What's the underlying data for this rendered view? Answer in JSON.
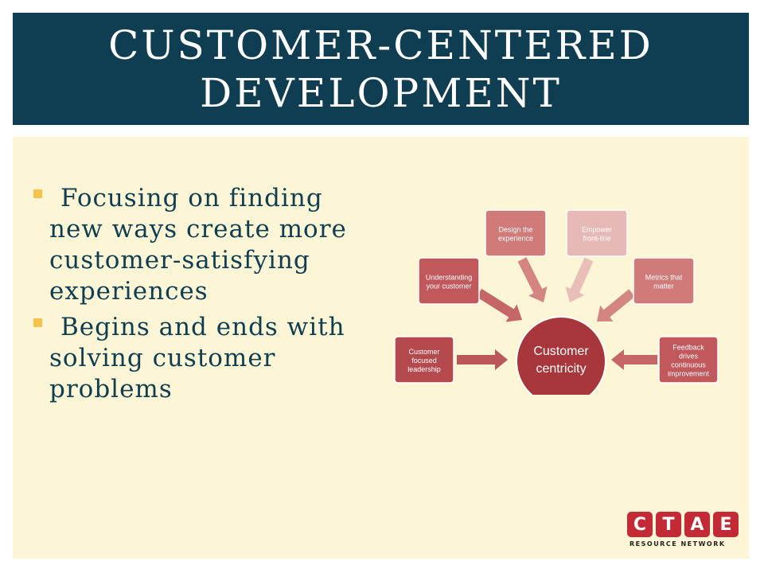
{
  "slide": {
    "title": "CUSTOMER-CENTERED\nDEVELOPMENT",
    "bullets": [
      "Focusing on finding new ways create more customer-satisfying experiences",
      "Begins and ends with solving customer problems"
    ]
  },
  "diagram": {
    "center": [
      "Customer",
      "centricity"
    ],
    "nodes": [
      {
        "lines": [
          "Customer",
          "focused",
          "leadership"
        ],
        "fill": "#b44a4e"
      },
      {
        "lines": [
          "Understanding",
          "your customer"
        ],
        "fill": "#c1585c"
      },
      {
        "lines": [
          "Design the",
          "experience"
        ],
        "fill": "#d07a7a"
      },
      {
        "lines": [
          "Empower",
          "front-line"
        ],
        "fill": "#e7b9b6"
      },
      {
        "lines": [
          "Metrics that",
          "matter"
        ],
        "fill": "#d07a7a"
      },
      {
        "lines": [
          "Feedback",
          "drives",
          "continuous",
          "improvement"
        ],
        "fill": "#c1585c"
      }
    ],
    "center_fill": "#a8373b",
    "arrow_fills": [
      "#b44a4e",
      "#c1585c",
      "#d07a7a",
      "#e7b9b6",
      "#d07a7a",
      "#c1585c"
    ]
  },
  "logo": {
    "letters": [
      "C",
      "T",
      "A",
      "E"
    ],
    "subtitle": "RESOURCE NETWORK",
    "color": "#c42a36"
  },
  "colors": {
    "title_bg": "#0f3e52",
    "panel_bg": "#fdf6d6",
    "text": "#0f3e52",
    "bullet": "#f4c24d"
  }
}
